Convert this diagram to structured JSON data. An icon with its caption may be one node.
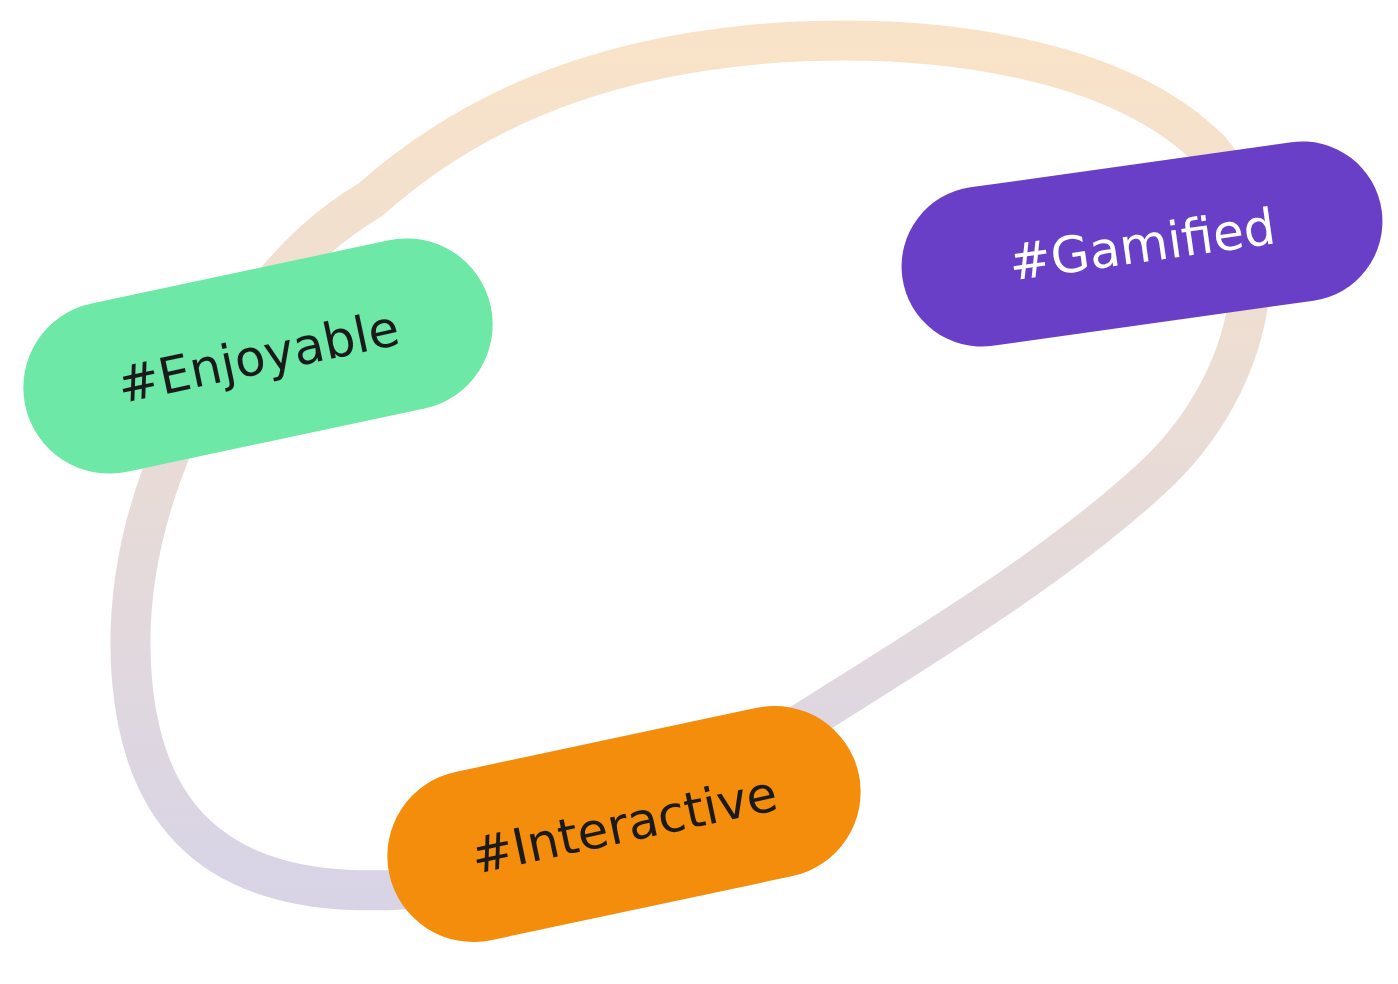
{
  "diagram": {
    "nodes": [
      {
        "text": [
          "#Gamified"
        ]
      },
      {
        "text": [
          "#Enjoyable"
        ]
      },
      {
        "text": [
          "#Interactive"
        ]
      }
    ]
  }
}
